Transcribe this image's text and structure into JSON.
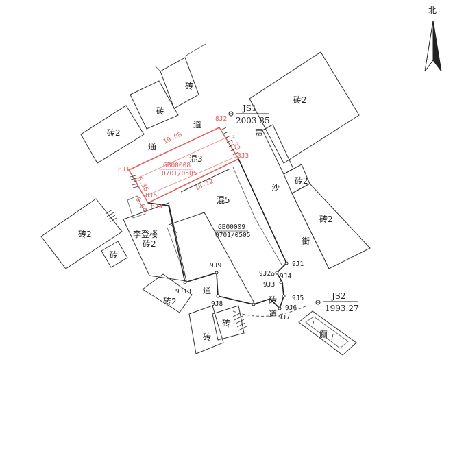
{
  "north": {
    "label": "北"
  },
  "streets": {
    "tongdao_top": [
      "道",
      "通"
    ],
    "jiasha_jie": [
      "贾",
      "沙",
      "街"
    ],
    "tongdao_mid": "通",
    "zhuandao": [
      "砖",
      "道"
    ]
  },
  "buildings": {
    "b_top_zhuan": "砖",
    "b_zhuan_left": "砖",
    "b_zhuan2_left": "砖2",
    "b_zhuan2_right": "砖2",
    "b_hun3": "混3",
    "b_hun5": "混5",
    "b_zhuan2_mid": "砖2",
    "b_zhuan2_east": "砖2",
    "b_zhuan2_west": "砖2",
    "b_zhuan_small": "砖",
    "b_lidenglou": "李登楼",
    "b_lidenglou_mat": "砖2",
    "b_zhuan2_sw": "砖2",
    "b_zhuan_s1": "砖",
    "b_zhuan_s2": "砖",
    "b_ce": "厕"
  },
  "parcels": {
    "gb8_id": "GB00008",
    "gb8_code": "0701/0505",
    "gb9_id": "GB00009",
    "gb9_code": "0701/0505"
  },
  "control_points": {
    "js1_name": "JS1",
    "js1_elev": "2003.85",
    "js2_name": "JS2",
    "js2_elev": "1993.27"
  },
  "red_dims": {
    "d_top": "19.08",
    "d_right": "7.33",
    "d_left": "6.36",
    "d_left2": "0.64",
    "d_bottom": "18.12"
  },
  "red_points": [
    "8J1",
    "8J2",
    "8J3",
    "8J4",
    "8J5"
  ],
  "black_points": [
    "9J1",
    "9J2",
    "9J3",
    "9J4",
    "9J5",
    "9J6",
    "9J7",
    "9J8",
    "9J9",
    "9J10"
  ]
}
